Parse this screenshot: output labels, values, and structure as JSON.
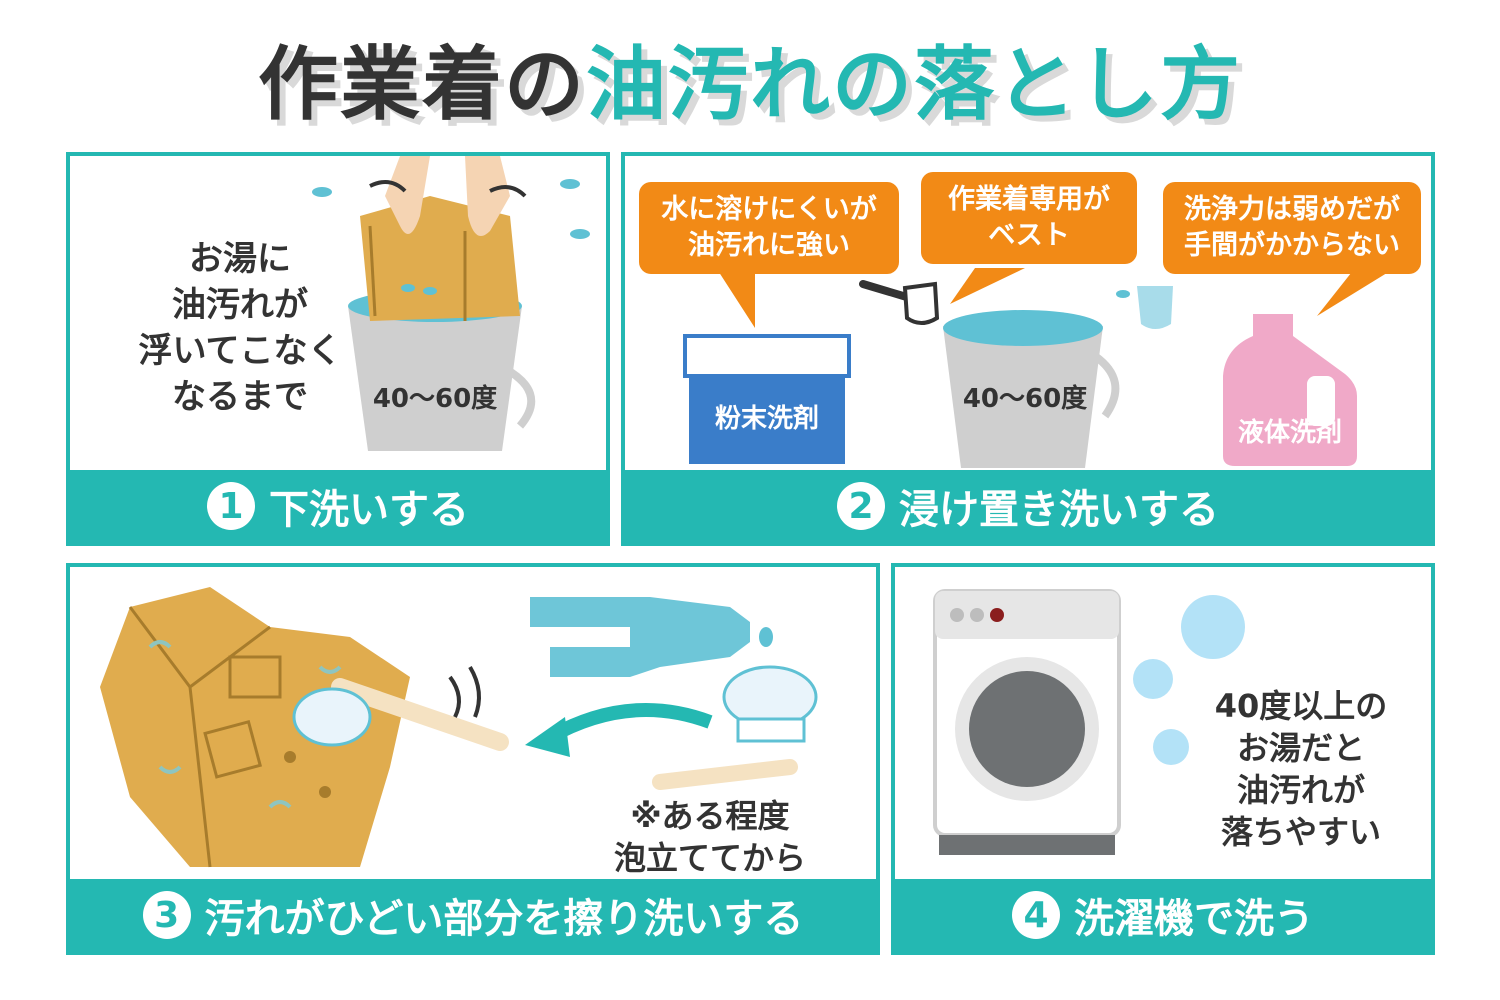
{
  "title": {
    "part1": "作業着の",
    "part2": "油汚れの落とし方"
  },
  "step1": {
    "number": "1",
    "label": "下洗いする",
    "note_lines": [
      "お湯に",
      "油汚れが",
      "浮いてこなく",
      "なるまで"
    ],
    "bucket_temp": "40〜60度"
  },
  "step2": {
    "number": "2",
    "label": "浸け置き洗いする",
    "bubble_powder": [
      "水に溶けにくいが",
      "油汚れに強い"
    ],
    "bubble_workwear": [
      "作業着専用が",
      "ベスト"
    ],
    "bubble_liquid": [
      "洗浄力は弱めだが",
      "手間がかからない"
    ],
    "powder_label": "粉末洗剤",
    "bucket_temp": "40〜60度",
    "liquid_label": "液体洗剤"
  },
  "step3": {
    "number": "3",
    "label": "汚れがひどい部分を擦り洗いする",
    "note_lines": [
      "※ある程度",
      "泡立ててから"
    ]
  },
  "step4": {
    "number": "4",
    "label": "洗濯機で洗う",
    "note_lines": [
      "40度以上の",
      "お湯だと",
      "油汚れが",
      "落ちやすい"
    ]
  },
  "colors": {
    "teal": "#24b8b2",
    "orange": "#f28a16",
    "mustard": "#e0ac4e",
    "water": "#5fc1d4",
    "powder_box": "#3a7dc9",
    "liquid_bottle": "#f0a9c8",
    "bucket_gray": "#cfcfcf"
  }
}
